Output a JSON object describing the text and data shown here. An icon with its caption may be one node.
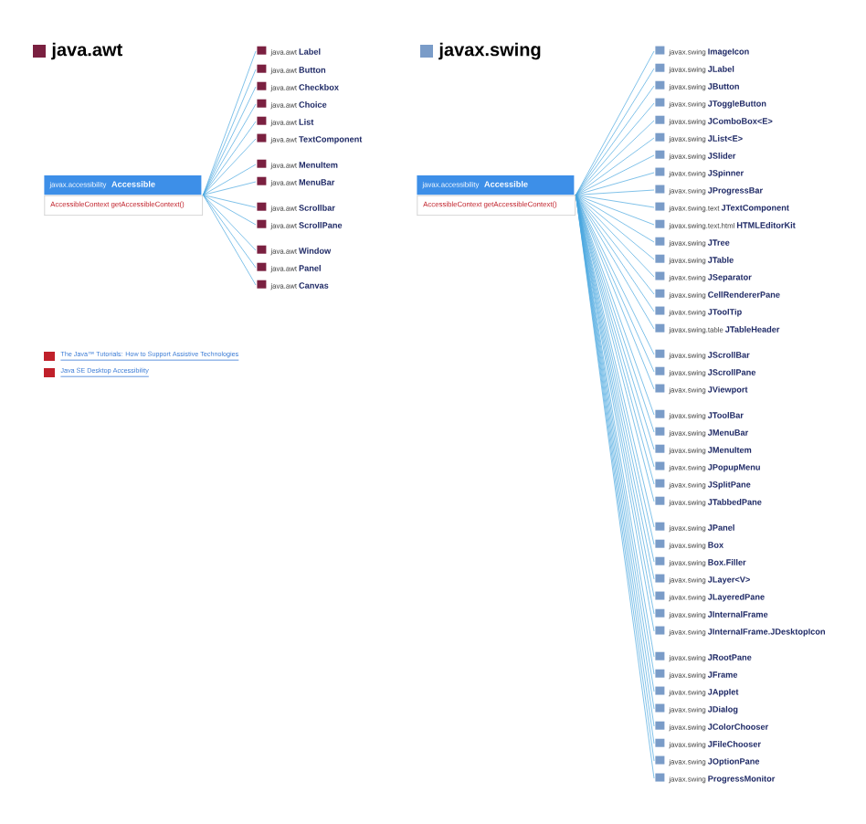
{
  "diagram": {
    "nodes": [
      {
        "text": [
          "javax.accessibility",
          "Accessible",
          "AccessibleContext getAccessibleContext()"
        ]
      },
      {
        "text": [
          "java.awt",
          "Label"
        ]
      },
      {
        "text": [
          "java.awt",
          "Button"
        ]
      },
      {
        "text": [
          "java.awt",
          "Checkbox"
        ]
      },
      {
        "text": [
          "java.awt",
          "Choice"
        ]
      },
      {
        "text": [
          "java.awt",
          "List"
        ]
      },
      {
        "text": [
          "java.awt",
          "TextComponent"
        ]
      },
      {
        "text": [
          "java.awt",
          "MenuItem"
        ]
      },
      {
        "text": [
          "java.awt",
          "MenuBar"
        ]
      },
      {
        "text": [
          "java.awt",
          "Scrollbar"
        ]
      },
      {
        "text": [
          "java.awt",
          "ScrollPane"
        ]
      },
      {
        "text": [
          "java.awt",
          "Window"
        ]
      },
      {
        "text": [
          "java.awt",
          "Panel"
        ]
      },
      {
        "text": [
          "java.awt",
          "Canvas"
        ]
      },
      {
        "text": [
          "javax.accessibility",
          "Accessible",
          "AccessibleContext getAccessibleContext()"
        ]
      },
      {
        "text": [
          "javax.swing",
          "ImageIcon"
        ]
      },
      {
        "text": [
          "javax.swing",
          "JLabel"
        ]
      },
      {
        "text": [
          "javax.swing",
          "JButton"
        ]
      },
      {
        "text": [
          "javax.swing",
          "JToggleButton"
        ]
      },
      {
        "text": [
          "javax.swing",
          "JComboBox<E>"
        ]
      },
      {
        "text": [
          "javax.swing",
          "JList<E>"
        ]
      },
      {
        "text": [
          "javax.swing",
          "JSlider"
        ]
      },
      {
        "text": [
          "javax.swing",
          "JSpinner"
        ]
      },
      {
        "text": [
          "javax.swing",
          "JProgressBar"
        ]
      },
      {
        "text": [
          "javax.swing.text",
          "JTextComponent"
        ]
      },
      {
        "text": [
          "javax.swing.text.html",
          "HTMLEditorKit"
        ]
      },
      {
        "text": [
          "javax.swing",
          "JTree"
        ]
      },
      {
        "text": [
          "javax.swing",
          "JTable"
        ]
      },
      {
        "text": [
          "javax.swing",
          "JSeparator"
        ]
      },
      {
        "text": [
          "javax.swing",
          "CellRendererPane"
        ]
      },
      {
        "text": [
          "javax.swing",
          "JToolTip"
        ]
      },
      {
        "text": [
          "javax.swing.table",
          "JTableHeader"
        ]
      },
      {
        "text": [
          "javax.swing",
          "JScrollBar"
        ]
      },
      {
        "text": [
          "javax.swing",
          "JScrollPane"
        ]
      },
      {
        "text": [
          "javax.swing",
          "JViewport"
        ]
      },
      {
        "text": [
          "javax.swing",
          "JToolBar"
        ]
      },
      {
        "text": [
          "javax.swing",
          "JMenuBar"
        ]
      },
      {
        "text": [
          "javax.swing",
          "JMenuItem"
        ]
      },
      {
        "text": [
          "javax.swing",
          "JPopupMenu"
        ]
      },
      {
        "text": [
          "javax.swing",
          "JSplitPane"
        ]
      },
      {
        "text": [
          "javax.swing",
          "JTabbedPane"
        ]
      },
      {
        "text": [
          "javax.swing",
          "JPanel"
        ]
      },
      {
        "text": [
          "javax.swing",
          "Box"
        ]
      },
      {
        "text": [
          "javax.swing",
          "Box.Filler"
        ]
      },
      {
        "text": [
          "javax.swing",
          "JLayer<V>"
        ]
      },
      {
        "text": [
          "javax.swing",
          "JLayeredPane"
        ]
      },
      {
        "text": [
          "javax.swing",
          "JInternalFrame"
        ]
      },
      {
        "text": [
          "javax.swing",
          "JInternalFrame.JDesktopIcon"
        ]
      },
      {
        "text": [
          "javax.swing",
          "JRootPane"
        ]
      },
      {
        "text": [
          "javax.swing",
          "JFrame"
        ]
      },
      {
        "text": [
          "javax.swing",
          "JApplet"
        ]
      },
      {
        "text": [
          "javax.swing",
          "JDialog"
        ]
      },
      {
        "text": [
          "javax.swing",
          "JColorChooser"
        ]
      },
      {
        "text": [
          "javax.swing",
          "JFileChooser"
        ]
      },
      {
        "text": [
          "javax.swing",
          "JOptionPane"
        ]
      },
      {
        "text": [
          "javax.swing",
          "ProgressMonitor"
        ]
      }
    ],
    "edges": [
      {
        "from": 0,
        "to": 1,
        "arrow": "none"
      },
      {
        "from": 0,
        "to": 2,
        "arrow": "none"
      },
      {
        "from": 0,
        "to": 3,
        "arrow": "none"
      },
      {
        "from": 0,
        "to": 4,
        "arrow": "none"
      },
      {
        "from": 0,
        "to": 5,
        "arrow": "none"
      },
      {
        "from": 0,
        "to": 6,
        "arrow": "none"
      },
      {
        "from": 0,
        "to": 7,
        "arrow": "none"
      },
      {
        "from": 0,
        "to": 8,
        "arrow": "none"
      },
      {
        "from": 0,
        "to": 9,
        "arrow": "none"
      },
      {
        "from": 0,
        "to": 10,
        "arrow": "none"
      },
      {
        "from": 0,
        "to": 11,
        "arrow": "none"
      },
      {
        "from": 0,
        "to": 12,
        "arrow": "none"
      },
      {
        "from": 0,
        "to": 13,
        "arrow": "none"
      },
      {
        "from": 14,
        "to": 15,
        "arrow": "none"
      },
      {
        "from": 14,
        "to": 16,
        "arrow": "none"
      },
      {
        "from": 14,
        "to": 17,
        "arrow": "none"
      },
      {
        "from": 14,
        "to": 18,
        "arrow": "none"
      },
      {
        "from": 14,
        "to": 19,
        "arrow": "none"
      },
      {
        "from": 14,
        "to": 20,
        "arrow": "none"
      },
      {
        "from": 14,
        "to": 21,
        "arrow": "none"
      },
      {
        "from": 14,
        "to": 22,
        "arrow": "none"
      },
      {
        "from": 14,
        "to": 23,
        "arrow": "none"
      },
      {
        "from": 14,
        "to": 24,
        "arrow": "none"
      },
      {
        "from": 14,
        "to": 25,
        "arrow": "none"
      },
      {
        "from": 14,
        "to": 26,
        "arrow": "none"
      },
      {
        "from": 14,
        "to": 27,
        "arrow": "none"
      },
      {
        "from": 14,
        "to": 28,
        "arrow": "none"
      },
      {
        "from": 14,
        "to": 29,
        "arrow": "none"
      },
      {
        "from": 14,
        "to": 30,
        "arrow": "none"
      },
      {
        "from": 14,
        "to": 31,
        "arrow": "none"
      },
      {
        "from": 14,
        "to": 32,
        "arrow": "none"
      },
      {
        "from": 14,
        "to": 33,
        "arrow": "none"
      },
      {
        "from": 14,
        "to": 34,
        "arrow": "none"
      },
      {
        "from": 14,
        "to": 35,
        "arrow": "none"
      },
      {
        "from": 14,
        "to": 36,
        "arrow": "none"
      },
      {
        "from": 14,
        "to": 37,
        "arrow": "none"
      },
      {
        "from": 14,
        "to": 38,
        "arrow": "none"
      },
      {
        "from": 14,
        "to": 39,
        "arrow": "none"
      },
      {
        "from": 14,
        "to": 40,
        "arrow": "none"
      },
      {
        "from": 14,
        "to": 41,
        "arrow": "none"
      },
      {
        "from": 14,
        "to": 42,
        "arrow": "none"
      },
      {
        "from": 14,
        "to": 43,
        "arrow": "none"
      },
      {
        "from": 14,
        "to": 44,
        "arrow": "none"
      },
      {
        "from": 14,
        "to": 45,
        "arrow": "none"
      },
      {
        "from": 14,
        "to": 46,
        "arrow": "none"
      },
      {
        "from": 14,
        "to": 47,
        "arrow": "none"
      },
      {
        "from": 14,
        "to": 48,
        "arrow": "none"
      },
      {
        "from": 14,
        "to": 49,
        "arrow": "none"
      },
      {
        "from": 14,
        "to": 50,
        "arrow": "none"
      },
      {
        "from": 14,
        "to": 51,
        "arrow": "none"
      },
      {
        "from": 14,
        "to": 52,
        "arrow": "none"
      },
      {
        "from": 14,
        "to": 53,
        "arrow": "none"
      },
      {
        "from": 14,
        "to": 54,
        "arrow": "none"
      },
      {
        "from": 14,
        "to": 55,
        "arrow": "none"
      }
    ],
    "labels": [
      "java.awt",
      "javax.swing",
      "The Java™ Tutorials: How to Support Assistive Technologies",
      "Java SE Desktop Accessibility"
    ]
  }
}
